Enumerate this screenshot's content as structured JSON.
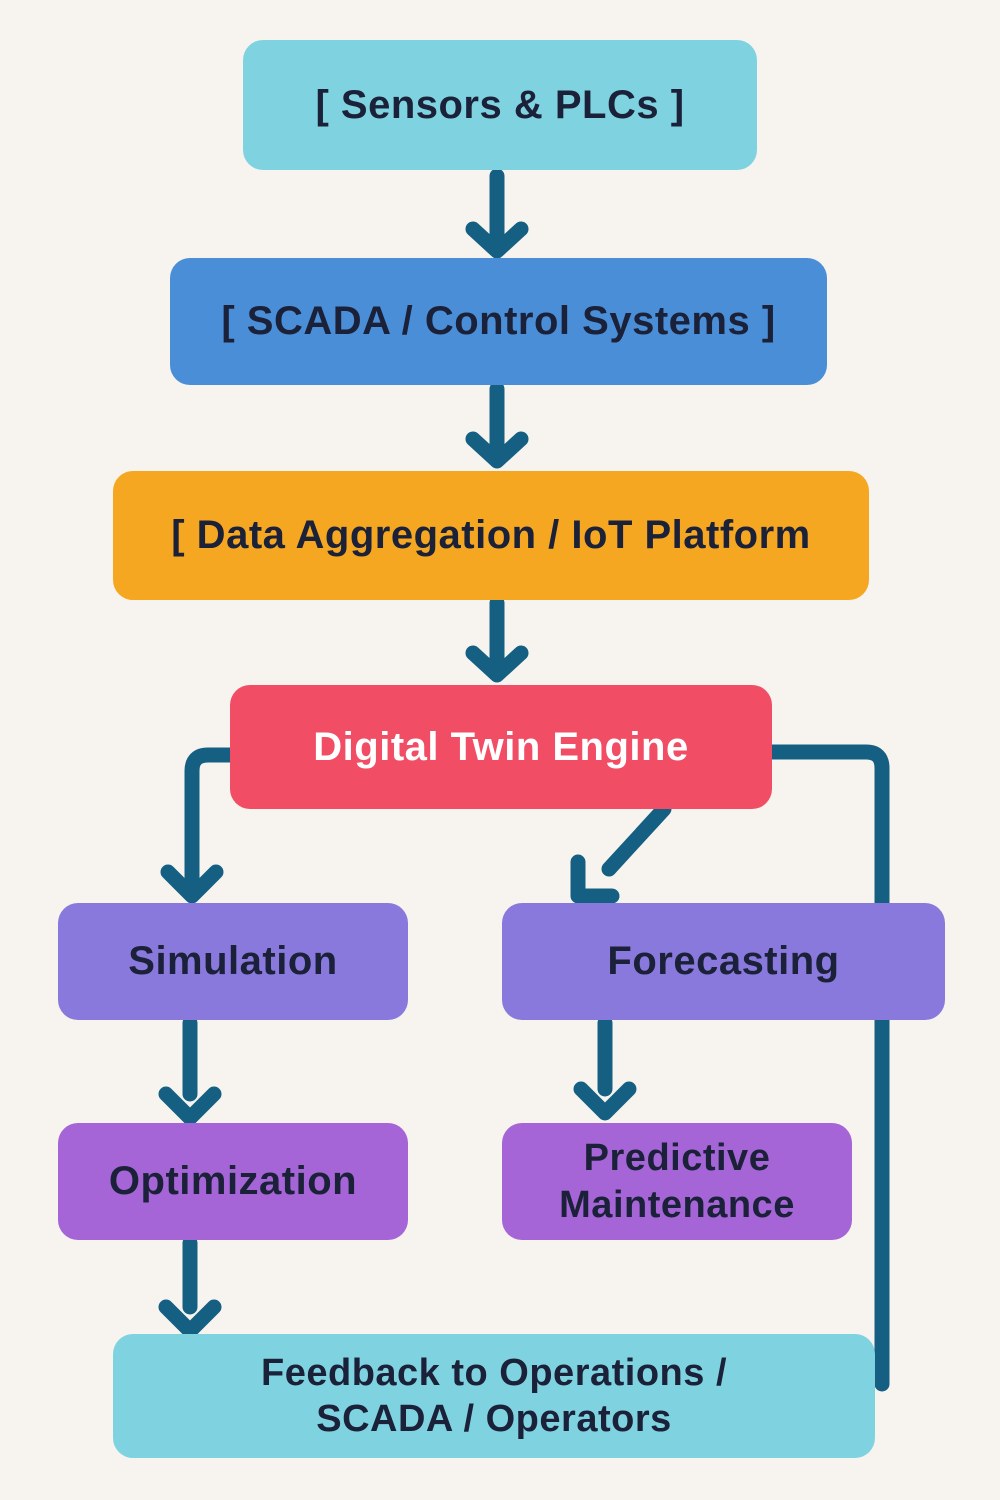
{
  "diagram": {
    "nodes": {
      "sensors": {
        "label": "[ Sensors & PLCs ]"
      },
      "scada": {
        "label": "[ SCADA / Control Systems ]"
      },
      "data_aggregation": {
        "label": "[ Data Aggregation / IoT Platform"
      },
      "digital_twin_engine": {
        "label": "Digital Twin Engine"
      },
      "simulation": {
        "label": "Simulation"
      },
      "forecasting": {
        "label": "Forecasting"
      },
      "optimization": {
        "label": "Optimization"
      },
      "predictive_maintenance": {
        "line1": "Predictive",
        "line2": "Maintenance"
      },
      "feedback": {
        "line1": "Feedback to Operations /",
        "line2": "SCADA / Operators"
      }
    },
    "edges": [
      {
        "from": "sensors",
        "to": "scada"
      },
      {
        "from": "scada",
        "to": "data_aggregation"
      },
      {
        "from": "data_aggregation",
        "to": "digital_twin_engine"
      },
      {
        "from": "digital_twin_engine",
        "to": "simulation"
      },
      {
        "from": "digital_twin_engine",
        "to": "forecasting"
      },
      {
        "from": "digital_twin_engine",
        "to": "feedback"
      },
      {
        "from": "simulation",
        "to": "optimization"
      },
      {
        "from": "forecasting",
        "to": "predictive_maintenance"
      },
      {
        "from": "optimization",
        "to": "feedback"
      }
    ],
    "colors": {
      "background": "#f7f4ef",
      "cyan_box": "#7fd3e1",
      "blue_box": "#4a8ed8",
      "orange_box": "#f5a722",
      "pink_box": "#f14e66",
      "purple_row1_box": "#8a79dd",
      "purple_row2_box": "#a565d6",
      "connector": "#155f82",
      "text_dark": "#1b2138",
      "text_light": "#ffffff"
    }
  }
}
